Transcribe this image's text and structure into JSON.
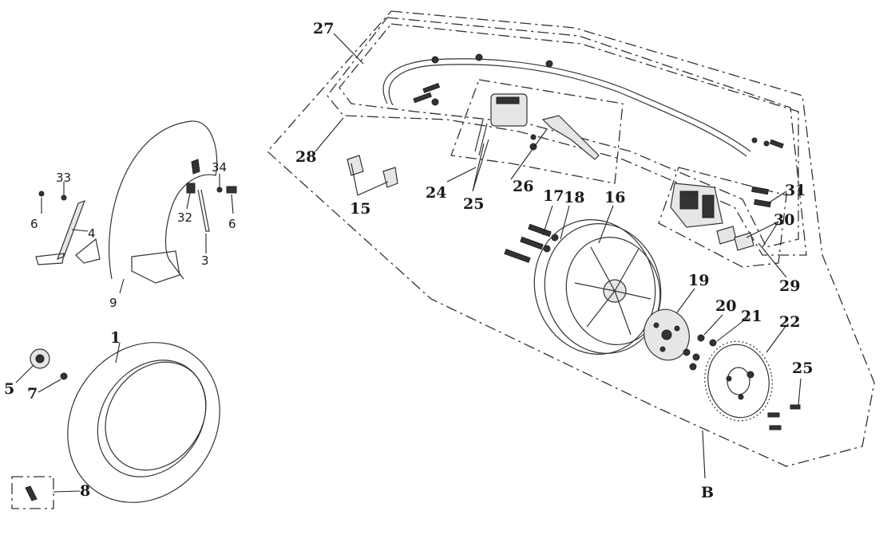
{
  "callouts": [
    {
      "id": "1",
      "text": "1"
    },
    {
      "id": "3",
      "text": "3"
    },
    {
      "id": "4",
      "text": "4"
    },
    {
      "id": "5",
      "text": "5"
    },
    {
      "id": "6a",
      "text": "6"
    },
    {
      "id": "6b",
      "text": "6"
    },
    {
      "id": "7",
      "text": "7"
    },
    {
      "id": "8",
      "text": "8"
    },
    {
      "id": "9",
      "text": "9"
    },
    {
      "id": "15",
      "text": "15"
    },
    {
      "id": "16",
      "text": "16"
    },
    {
      "id": "17",
      "text": "17"
    },
    {
      "id": "18",
      "text": "18"
    },
    {
      "id": "19",
      "text": "19"
    },
    {
      "id": "20",
      "text": "20"
    },
    {
      "id": "21",
      "text": "21"
    },
    {
      "id": "22",
      "text": "22"
    },
    {
      "id": "24",
      "text": "24"
    },
    {
      "id": "25a",
      "text": "25"
    },
    {
      "id": "25b",
      "text": "25"
    },
    {
      "id": "26",
      "text": "26"
    },
    {
      "id": "27",
      "text": "27"
    },
    {
      "id": "28",
      "text": "28"
    },
    {
      "id": "29",
      "text": "29"
    },
    {
      "id": "30",
      "text": "30"
    },
    {
      "id": "31",
      "text": "31"
    },
    {
      "id": "32",
      "text": "32"
    },
    {
      "id": "33",
      "text": "33"
    },
    {
      "id": "34",
      "text": "34"
    },
    {
      "id": "B",
      "text": "B"
    }
  ]
}
